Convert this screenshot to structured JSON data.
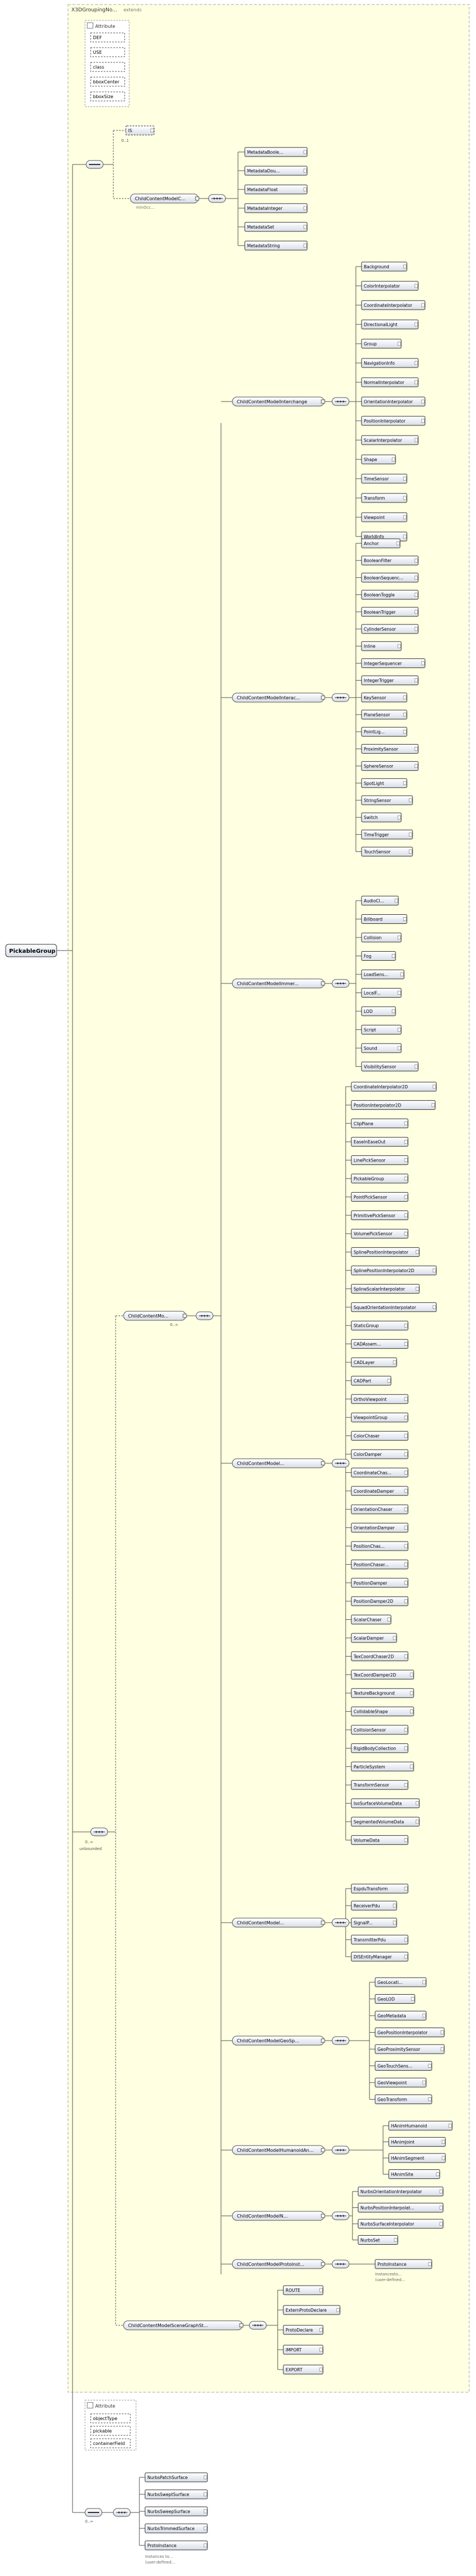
{
  "root": {
    "label": "PickableGroup"
  },
  "x3d_group": {
    "label": "X3DGroupingNo...",
    "sub": "extends"
  },
  "attr_panel_1": {
    "title": "Attribute",
    "items": [
      "DEF",
      "USE",
      "class",
      "bboxCenter",
      "bboxSize"
    ]
  },
  "attr_panel_2": {
    "title": "Attribute",
    "items": [
      "objectType",
      "pickable",
      "containerField"
    ]
  },
  "is_label": "IS",
  "occurrence_0_1": "0..1",
  "occurrence_0_inf": "0..∞",
  "unbounded_label": "unbounded",
  "choice_occ": {
    "top": "0..∞",
    "bottom": "unbounded"
  },
  "metadata_group": {
    "label": "ChildContentModelC...",
    "sub": "minOcc...",
    "items": [
      "MetadataBoole...",
      "MetadataDou...",
      "MetadataFloat",
      "MetadataInteger",
      "MetadataSet",
      "MetadataString"
    ]
  },
  "groups": [
    {
      "label": "ChildContentModelInterchange",
      "items": [
        "Background",
        "ColorInterpolator",
        "CoordinateInterpolator",
        "DirectionalLight",
        "Group",
        "NavigationInfo",
        "NormalInterpolator",
        "OrientationInterpolator",
        "PositionInterpolator",
        "ScalarInterpolator",
        "Shape",
        "TimeSensor",
        "Transform",
        "Viewpoint",
        "WorldInfo"
      ]
    },
    {
      "label": "ChildContentModelInterac...",
      "items": [
        "Anchor",
        "BooleanFilter",
        "BooleanSequenc...",
        "BooleanToggle",
        "BooleanTrigger",
        "CylinderSensor",
        "Inline",
        "IntegerSequencer",
        "IntegerTrigger",
        "KeySensor",
        "PlaneSensor",
        "PointLig...",
        "ProximitySensor",
        "SphereSensor",
        "SpotLight",
        "StringSensor",
        "Switch",
        "TimeTrigger",
        "TouchSensor"
      ]
    },
    {
      "label": "ChildContentModelImmer...",
      "items": [
        "AudioCl...",
        "Billboard",
        "Collision",
        "Fog",
        "LoadSens...",
        "LocalF...",
        "LOD",
        "Script",
        "Sound",
        "VisibilitySensor"
      ]
    },
    {
      "label": "ChildContentModel...",
      "items": [
        "CoordinateInterpolator2D",
        "PositionInterpolator2D",
        "ClipPlane",
        "EaseInEaseOut",
        "LinePickSensor",
        "PickableGroup",
        "PointPickSensor",
        "PrimitivePickSensor",
        "VolumePickSensor",
        "SplinePositionInterpolator",
        "SplinePositionInterpolator2D",
        "SplineScalarInterpolator",
        "SquadOrientationInterpolator",
        "StaticGroup",
        "CADAssem...",
        "CADLayer",
        "CADPart",
        "OrthoViewpoint",
        "ViewpointGroup",
        "ColorChaser",
        "ColorDamper",
        "CoordinateChas...",
        "CoordinateDamper",
        "OrientationChaser",
        "OrientationDamper",
        "PositionChas...",
        "PositionChaser...",
        "PositionDamper",
        "PositionDamper2D",
        "ScalarChaser",
        "ScalarDamper",
        "TexCoordChaser2D",
        "TexCoordDamper2D",
        "TextureBackground",
        "CollidableShape",
        "CollisionSensor",
        "RigidBodyCollection",
        "ParticleSystem",
        "TransformSensor",
        "IsoSurfaceVolumeData",
        "SegmentedVolumeData",
        "VolumeData"
      ]
    },
    {
      "label": "ChildContentModel...",
      "items": [
        "EspduTransform",
        "ReceiverPdu",
        "SignalP...",
        "TransmitterPdu",
        "DISEntityManager"
      ]
    },
    {
      "label": "ChildContentModelGeoSp...",
      "items": [
        "GeoLocati...",
        "GeoLOD",
        "GeoMetadata",
        "GeoPositionInterpolator",
        "GeoProximitySensor",
        "GeoTouchSens...",
        "GeoViewpoint",
        "GeoTransform"
      ]
    },
    {
      "label": "ChildContentModelHumanoidAn...",
      "items": [
        "HAnimHumanoid",
        "HAnimJoint",
        "HAnimSegment",
        "HAnimSite"
      ]
    },
    {
      "label": "ChildContentModelN...",
      "items": [
        "NurbsOrientationInterpolator",
        "NurbsPositionInterpolat...",
        "NurbsSurfaceInterpolator",
        "NurbsSet"
      ]
    },
    {
      "label": "ChildContentModelProtoInst...",
      "items": [
        "ProtoInstance"
      ],
      "sub": "Instancesto...",
      "sub2": "(user-defined..."
    }
  ],
  "outer_choice": {
    "label": "ChildContentMo...",
    "occ": "0..∞"
  },
  "scenegraph": {
    "label": "ChildContentModelSceneGraphSt...",
    "items": [
      "ROUTE",
      "ExternProtoDeclare",
      "ProtoDeclare",
      "IMPORT",
      "EXPORT"
    ]
  },
  "bottom_items": [
    "NurbsPatchSurface",
    "NurbsSweptSurface",
    "NurbsSweepSurface",
    "NurbsTrimmedSurface",
    "ProtoInstance"
  ],
  "bottom_sub": {
    "line1": "Instances to...",
    "line2": "(user-defined..."
  }
}
